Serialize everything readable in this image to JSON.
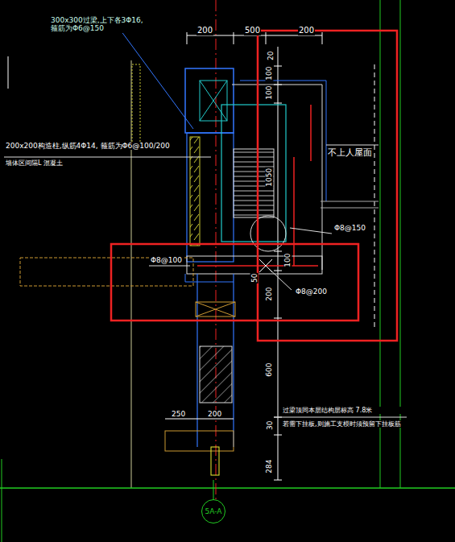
{
  "diagram": {
    "nodes": [
      {
        "text": [
          "5A-A"
        ]
      }
    ],
    "labels": [
      "300x300过梁,上下各3Φ16, 箍筋为Φ6@150",
      "200",
      "500",
      "200",
      "20",
      "100",
      "100",
      "不上人屋面",
      "200x200构造柱,纵筋4Φ14, 箍筋为Φ6@100/200",
      "墙体区间隔L 混凝土",
      "1050",
      "Φ8@150",
      "Φ8@100",
      "100",
      "50",
      "Φ8@200",
      "200",
      "600",
      "过梁顶同本层结构层标高 7.8米",
      "250",
      "200",
      "30",
      "若需下挂板,则施工支模时须预留下挂板筋",
      "284"
    ]
  }
}
